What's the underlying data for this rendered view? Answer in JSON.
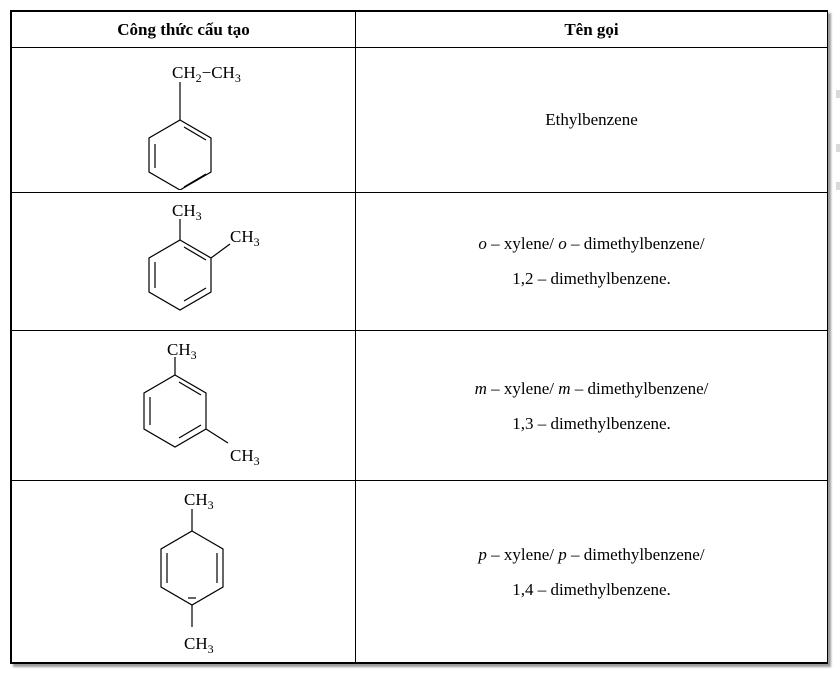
{
  "table": {
    "headers": {
      "structure": "Công thức cấu tạo",
      "name": "Tên gọi"
    },
    "rows": [
      {
        "structure": {
          "substituents": [
            {
              "main": "CH",
              "sub": "2",
              "sep": "−",
              "main2": "CH",
              "sub2": "3"
            }
          ]
        },
        "name_lines": [
          {
            "segments": [
              {
                "text": "Ethylbenzene",
                "italic": false
              }
            ]
          }
        ]
      },
      {
        "structure": {
          "substituents": [
            {
              "main": "CH",
              "sub": "3"
            },
            {
              "main": "CH",
              "sub": "3"
            }
          ]
        },
        "name_lines": [
          {
            "segments": [
              {
                "text": "o",
                "italic": true
              },
              {
                "text": " – xylene/ ",
                "italic": false
              },
              {
                "text": "o",
                "italic": true
              },
              {
                "text": " – dimethylbenzene/",
                "italic": false
              }
            ]
          },
          {
            "segments": [
              {
                "text": "1,2 – dimethylbenzene.",
                "italic": false
              }
            ]
          }
        ]
      },
      {
        "structure": {
          "substituents": [
            {
              "main": "CH",
              "sub": "3"
            },
            {
              "main": "CH",
              "sub": "3"
            }
          ]
        },
        "name_lines": [
          {
            "segments": [
              {
                "text": "m",
                "italic": true
              },
              {
                "text": " – xylene/ ",
                "italic": false
              },
              {
                "text": "m",
                "italic": true
              },
              {
                "text": " – dimethylbenzene/",
                "italic": false
              }
            ]
          },
          {
            "segments": [
              {
                "text": "1,3 – dimethylbenzene.",
                "italic": false
              }
            ]
          }
        ]
      },
      {
        "structure": {
          "substituents": [
            {
              "main": "CH",
              "sub": "3"
            },
            {
              "main": "CH",
              "sub": "3"
            }
          ]
        },
        "name_lines": [
          {
            "segments": [
              {
                "text": "p",
                "italic": true
              },
              {
                "text": " – xylene/ ",
                "italic": false
              },
              {
                "text": "p",
                "italic": true
              },
              {
                "text": " – dimethylbenzene/",
                "italic": false
              }
            ]
          },
          {
            "segments": [
              {
                "text": "1,4 – dimethylbenzene.",
                "italic": false
              }
            ]
          }
        ]
      }
    ]
  }
}
